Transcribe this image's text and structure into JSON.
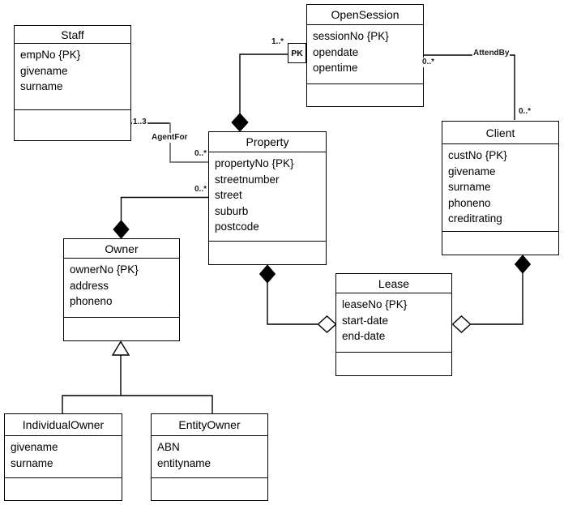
{
  "diagram": {
    "type": "uml-class-diagram",
    "colors": {
      "line": "#000000",
      "agentfor_line": "#808080",
      "background": "#ffffff",
      "fill": "#ffffff"
    },
    "classes": {
      "staff": {
        "name": "Staff",
        "attributes": [
          "empNo {PK}",
          "givename",
          "surname"
        ]
      },
      "open_session": {
        "name": "OpenSession",
        "attributes": [
          "sessionNo {PK}",
          "opendate",
          "opentime"
        ]
      },
      "property": {
        "name": "Property",
        "attributes": [
          "propertyNo {PK}",
          "streetnumber",
          "street",
          "suburb",
          "postcode"
        ]
      },
      "client": {
        "name": "Client",
        "attributes": [
          "custNo {PK}",
          "givename",
          "surname",
          "phoneno",
          "creditrating"
        ]
      },
      "owner": {
        "name": "Owner",
        "attributes": [
          "ownerNo {PK}",
          "address",
          "phoneno"
        ]
      },
      "lease": {
        "name": "Lease",
        "attributes": [
          "leaseNo {PK}",
          "start-date",
          "end-date"
        ]
      },
      "individual_owner": {
        "name": "IndividualOwner",
        "attributes": [
          "givename",
          "surname"
        ]
      },
      "entity_owner": {
        "name": "EntityOwner",
        "attributes": [
          "ABN",
          "entityname"
        ]
      }
    },
    "edges": {
      "agent_for": {
        "label": "AgentFor",
        "staff_multiplicity": "1..3",
        "property_multiplicity": "0..*"
      },
      "owner_property": {
        "property_multiplicity": "0..*"
      },
      "session_property": {
        "session_multiplicity": "1..*",
        "qualifier": "PK"
      },
      "attend_by": {
        "label": "AttendBy",
        "session_multiplicity": "0..*",
        "client_multiplicity": "0..*"
      }
    }
  }
}
